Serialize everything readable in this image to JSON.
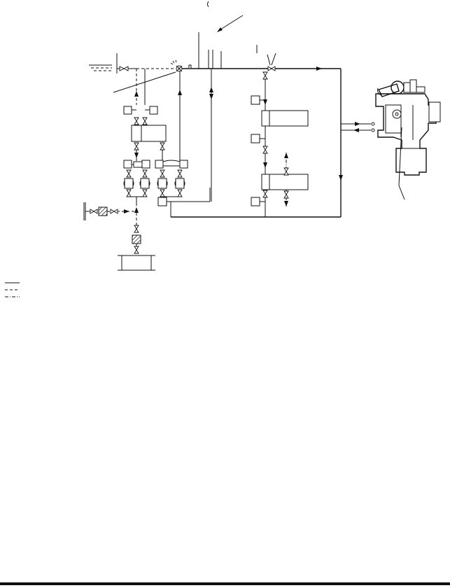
{
  "diagram": {
    "labels": [],
    "legend": [
      {
        "style": "solid",
        "text": ""
      },
      {
        "style": "dashed",
        "text": ""
      },
      {
        "style": "dash-dot",
        "text": ""
      }
    ]
  }
}
